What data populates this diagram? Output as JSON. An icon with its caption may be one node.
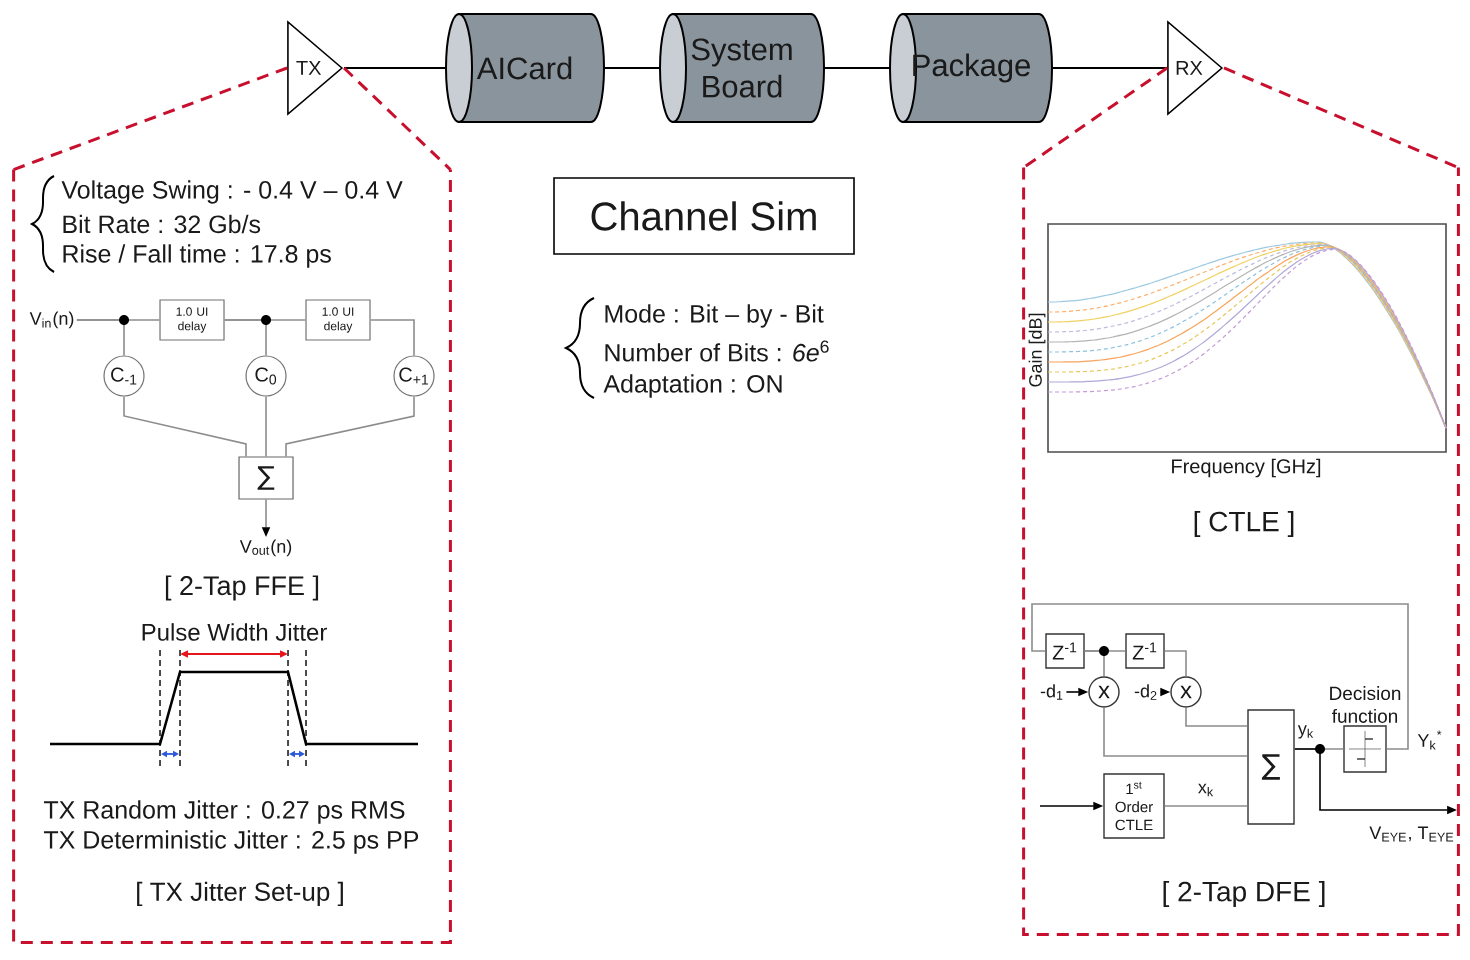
{
  "diagram": {
    "nodes": [
      {
        "text": [
          "TX"
        ]
      },
      {
        "text": [
          "AICard"
        ]
      },
      {
        "text": [
          "System Board"
        ]
      },
      {
        "text": [
          "Package"
        ]
      },
      {
        "text": [
          "RX"
        ]
      },
      {
        "text": [],
        "shape": "box"
      },
      {
        "text": [
          "V$_{in}$(n)"
        ],
        "in": 5
      },
      {
        "text": [
          "1.0 UI delay"
        ],
        "in": 5
      },
      {
        "text": [
          "1.0 UI delay"
        ],
        "in": 5
      },
      {
        "text": [
          "C$_{-1}$"
        ],
        "in": 5
      },
      {
        "text": [
          "C$_{0}$"
        ],
        "in": 5
      },
      {
        "text": [
          "C$_{+1}$"
        ],
        "in": 5
      },
      {
        "text": [
          "∑"
        ],
        "in": 5
      },
      {
        "text": [
          "V$_{out}$(n)"
        ],
        "in": 5
      },
      {
        "text": [
          "Channel Sim"
        ]
      },
      {
        "text": [],
        "shape": "box"
      },
      {
        "text": [
          "Z$^{-1}$"
        ],
        "in": 15
      },
      {
        "text": [
          "Z$^{-1}$"
        ],
        "in": 15
      },
      {
        "text": [
          "-d$_{1}$"
        ],
        "in": 15
      },
      {
        "text": [
          "x"
        ],
        "in": 15
      },
      {
        "text": [
          "-d$_{2}$"
        ],
        "in": 15
      },
      {
        "text": [
          "x"
        ],
        "in": 15
      },
      {
        "text": [
          "Decision function"
        ],
        "in": 15
      },
      {
        "text": [
          "∑"
        ],
        "in": 15
      },
      {
        "text": [
          "1$^{st}$ Order CTLE"
        ],
        "in": 15
      },
      {
        "text": [
          "V$_{EYE}$, T$_{EYE}$"
        ],
        "in": 15
      }
    ],
    "edges": [
      {
        "from": 0,
        "to": 1,
        "arrow": "none",
        "color": "#000000"
      },
      {
        "from": 1,
        "to": 2,
        "arrow": "none",
        "color": "#000000"
      },
      {
        "from": 2,
        "to": 3,
        "arrow": "none",
        "color": "#000000"
      },
      {
        "from": 3,
        "to": 4,
        "arrow": "none",
        "color": "#000000"
      },
      {
        "from": 0,
        "to": 5,
        "arrow": "none",
        "style": "dashed",
        "color": "#c8102e"
      },
      {
        "from": 0,
        "to": 5,
        "arrow": "none",
        "style": "dashed",
        "color": "#c8102e"
      },
      {
        "from": 4,
        "to": 15,
        "arrow": "none",
        "style": "dashed",
        "color": "#c8102e"
      },
      {
        "from": 4,
        "to": 15,
        "arrow": "none",
        "style": "dashed",
        "color": "#c8102e"
      },
      {
        "from": 6,
        "to": 7,
        "arrow": "none"
      },
      {
        "from": 6,
        "to": 9,
        "arrow": "none"
      },
      {
        "from": 7,
        "to": 8,
        "arrow": "none"
      },
      {
        "from": 7,
        "to": 10,
        "arrow": "none"
      },
      {
        "from": 8,
        "to": 11,
        "arrow": "none"
      },
      {
        "from": 9,
        "to": 12,
        "arrow": "none"
      },
      {
        "from": 10,
        "to": 12,
        "arrow": "none"
      },
      {
        "from": 11,
        "to": 12,
        "arrow": "none"
      },
      {
        "from": 12,
        "to": 13,
        "arrow": "to"
      },
      {
        "from": 22,
        "to": 16,
        "arrow": "none",
        "label": "Y$_{k}$$^{*}$"
      },
      {
        "from": 16,
        "to": 17,
        "arrow": "none"
      },
      {
        "from": 16,
        "to": 19,
        "arrow": "none"
      },
      {
        "from": 17,
        "to": 21,
        "arrow": "none"
      },
      {
        "from": 18,
        "to": 19,
        "arrow": "to",
        "color": "#000000"
      },
      {
        "from": 20,
        "to": 21,
        "arrow": "to",
        "color": "#000000"
      },
      {
        "from": 19,
        "to": 23,
        "arrow": "none"
      },
      {
        "from": 21,
        "to": 23,
        "arrow": "none"
      },
      {
        "from": null,
        "to": 24,
        "arrow": "to",
        "color": "#000000"
      },
      {
        "from": 24,
        "to": 23,
        "arrow": "none",
        "label": "x$_{k}$"
      },
      {
        "from": 23,
        "to": 22,
        "arrow": "none",
        "label": "y$_{k}$"
      },
      {
        "from": 23,
        "to": 25,
        "arrow": "to",
        "color": "#000000"
      }
    ],
    "labels": [
      "Voltage Swing : - 0.4 V – 0.4 V",
      "Bit Rate : 32 Gb/s",
      "Rise / Fall time : 17.8 ps",
      "[ 2-Tap FFE ]",
      "Pulse Width Jitter",
      "TX Random Jitter : 0.27 ps RMS",
      "TX Deterministic Jitter : 2.5 ps PP",
      "[ TX Jitter Set-up ]",
      "Mode : Bit – by - Bit",
      "Number of Bits : *6e*$^{6}$",
      "Adaptation : ON",
      "Gain [dB]",
      "Frequency [GHz]",
      "[ CTLE ]",
      "[ 2-Tap DFE ]"
    ]
  }
}
